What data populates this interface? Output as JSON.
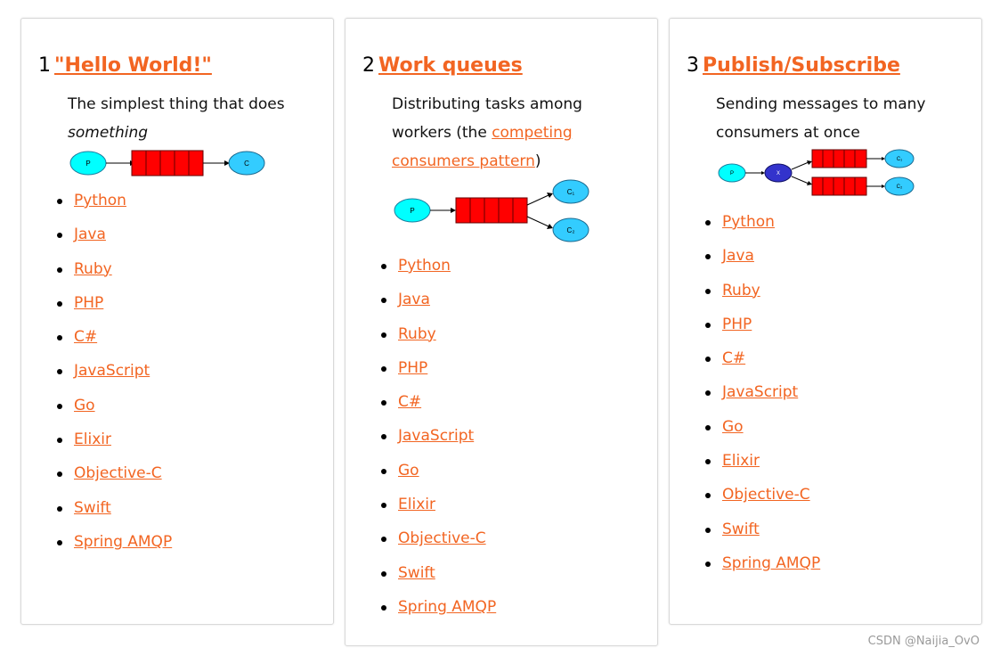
{
  "colors": {
    "link": "#f26522",
    "producer": "#00ffff",
    "consumer": "#33ccff",
    "queue": "#ff0000",
    "exchange": "#3333cc"
  },
  "card1": {
    "num": "1",
    "title": "\"Hello World!\"",
    "desc_line": "The simplest thing that does",
    "desc_em": "something",
    "diagram": {
      "producer": "P",
      "consumer": "C"
    },
    "languages": [
      "Python",
      "Java",
      "Ruby",
      "PHP",
      "C#",
      "JavaScript",
      "Go",
      "Elixir",
      "Objective-C",
      "Swift",
      "Spring AMQP"
    ]
  },
  "card2": {
    "num": "2",
    "title": "Work queues",
    "desc_before": "Distributing tasks among workers (the ",
    "desc_link": "competing consumers pattern",
    "desc_after": ")",
    "diagram": {
      "producer": "P",
      "consumer1": "C₁",
      "consumer2": "C₂"
    },
    "languages": [
      "Python",
      "Java",
      "Ruby",
      "PHP",
      "C#",
      "JavaScript",
      "Go",
      "Elixir",
      "Objective-C",
      "Swift",
      "Spring AMQP"
    ]
  },
  "card3": {
    "num": "3",
    "title": "Publish/Subscribe",
    "desc": "Sending messages to many consumers at once",
    "diagram": {
      "producer": "P",
      "exchange": "X",
      "consumer1": "C₁",
      "consumer2": "C₂"
    },
    "languages": [
      "Python",
      "Java",
      "Ruby",
      "PHP",
      "C#",
      "JavaScript",
      "Go",
      "Elixir",
      "Objective-C",
      "Swift",
      "Spring AMQP"
    ]
  },
  "watermark": "CSDN @Naijia_OvO"
}
